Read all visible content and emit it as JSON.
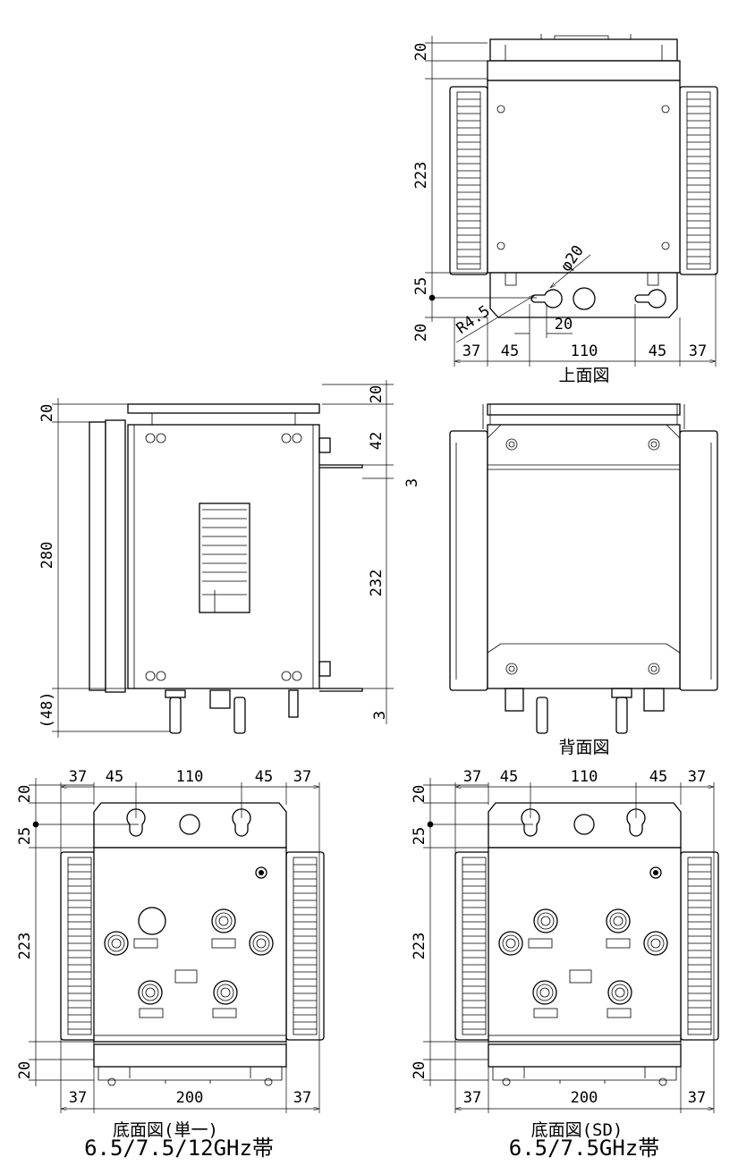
{
  "top_view": {
    "title": "上面図",
    "vertical_dims": [
      "20",
      "223",
      "25",
      "20"
    ],
    "horizontal_dims": [
      "37",
      "45",
      "110",
      "45",
      "37"
    ],
    "hole_diameter": "φ20",
    "radius": "R4.5",
    "offset": "20"
  },
  "side_view": {
    "left_dims": [
      "20",
      "280",
      "(48)"
    ],
    "right_dims": [
      "20",
      "42",
      "232"
    ],
    "thickness_top": "3",
    "thickness_bottom": "3"
  },
  "back_view": {
    "title": "背面図"
  },
  "bottom_view_single": {
    "title": "底面図(単一)",
    "subtitle": "6.5/7.5/12GHz帯",
    "top_dims": [
      "37",
      "45",
      "110",
      "45",
      "37"
    ],
    "left_dims": [
      "20",
      "25",
      "223",
      "20"
    ],
    "bottom_dims": [
      "37",
      "200",
      "37"
    ]
  },
  "bottom_view_sd": {
    "title": "底面図(SD)",
    "subtitle": "6.5/7.5GHz帯",
    "top_dims": [
      "37",
      "45",
      "110",
      "45",
      "37"
    ],
    "left_dims": [
      "20",
      "25",
      "223",
      "20"
    ],
    "bottom_dims": [
      "37",
      "200",
      "37"
    ]
  },
  "colors": {
    "line": "#000000",
    "background": "#ffffff"
  }
}
